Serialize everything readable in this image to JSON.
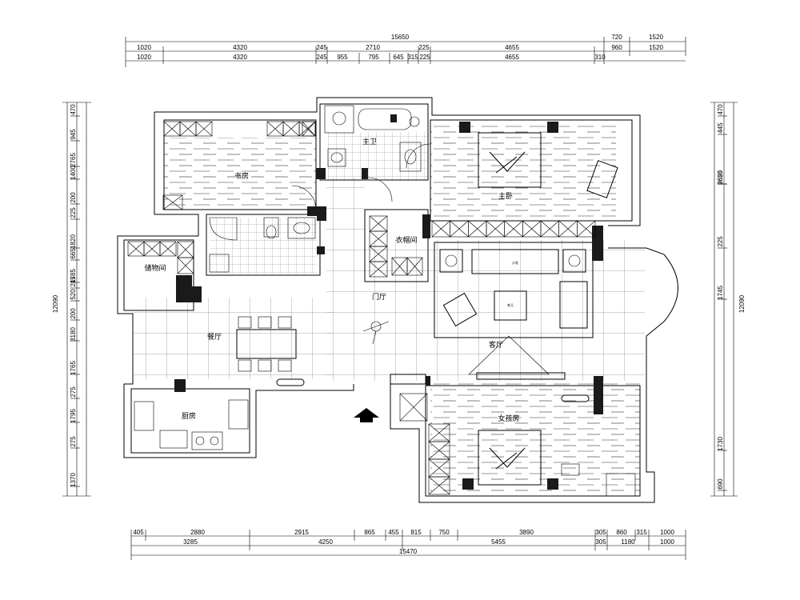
{
  "dimensions": {
    "top_total": "15650",
    "top_right_a": [
      "720",
      "1520"
    ],
    "top_right_b": [
      "960",
      "1520"
    ],
    "top_row1": [
      "1020",
      "4320",
      "245",
      "2710",
      "225",
      "4655"
    ],
    "top_row2": [
      "1020",
      "4320",
      "245",
      "955",
      "795",
      "645",
      "315",
      "225",
      "4655",
      "310"
    ],
    "bottom_row1": [
      "405",
      "2880",
      "2915",
      "865",
      "455",
      "815",
      "750",
      "3890",
      "305",
      "860",
      "315",
      "1000"
    ],
    "bottom_row2": [
      "3285",
      "4250",
      "5455",
      "305",
      "1180",
      "1000"
    ],
    "bottom_total": "15470",
    "left_labels": [
      "470",
      "945",
      "2765",
      "1400",
      "200",
      "225",
      "1820",
      "665",
      "1785",
      "245",
      "520",
      "200",
      "3180",
      "1765",
      "275",
      "1795",
      "275",
      "1370"
    ],
    "left_total": "12090",
    "right_labels": [
      "470",
      "445",
      "2625",
      "3650",
      "225",
      "1745",
      "1730",
      "690"
    ],
    "right_total": "12090"
  },
  "rooms": {
    "study": "书房",
    "master_bath": "主卫",
    "master_bedroom": "主卧",
    "cloakroom": "衣帽间",
    "storage": "储物间",
    "dining": "餐厅",
    "entrance": "门厅",
    "living": "客厅",
    "kitchen": "厨房",
    "girls_room": "女孩房"
  },
  "furniture": {
    "sofa": "沙发",
    "tea_table": "茶几"
  }
}
